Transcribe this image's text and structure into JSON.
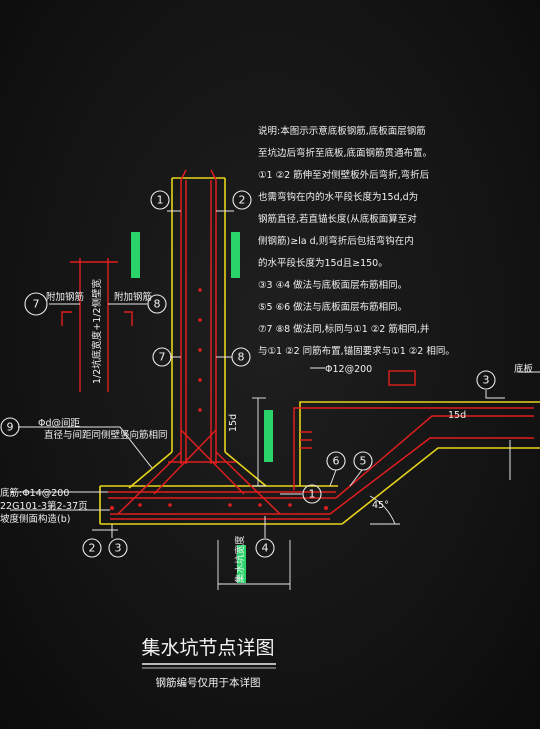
{
  "callouts": {
    "n1": "1",
    "n2": "2",
    "n3": "3",
    "n4": "4",
    "n5": "5",
    "n6": "6",
    "n7": "7",
    "n8": "8",
    "n9": "9"
  },
  "labels": {
    "sump_cover": "Φ12@200",
    "anchor_15d": "15d",
    "stirrup": "Φd@间距",
    "stirrup_spacing": "直径与间距同侧壁竖向筋相同",
    "bottom_bars": "底筋:Φ14@200",
    "atlas_ref": "22G101-3第2-37页",
    "atlas_note": "坡度侧面构造(b)",
    "slab_note": "底板",
    "angle": "45°",
    "add_bar_left": "附加钢筋",
    "add_bar_right": "附加钢筋",
    "add_bar_length": "1/2坑底宽度+1/2侧壁宽",
    "sump_width": "集水坑宽度"
  },
  "notes": [
    "说明:本图示示意底板钢筋,底板面层钢筋",
    "至坑边后弯折至底板,底面钢筋贯通布置。",
    "①1 ②2 筋伸至对侧壁板外后弯折,弯折后",
    "也需弯钩在内的水平段长度为15d,d为",
    "钢筋直径,若直锚长度(从底板面算至对",
    "侧钢筋)≥la d,则弯折后包括弯钩在内",
    "的水平段长度为15d且≥150。",
    "③3 ④4 做法与底板面层布筋相同。",
    "⑤5 ⑥6 做法与底板面层布筋相同。",
    "⑦7 ⑧8 做法同,标同与①1 ②2 筋相同,并",
    "与①1 ②2 同筋布置,锚固要求与①1 ②2 相同。"
  ],
  "title": {
    "main": "集水坑节点详图",
    "sub": "钢筋编号仅用于本详图"
  }
}
